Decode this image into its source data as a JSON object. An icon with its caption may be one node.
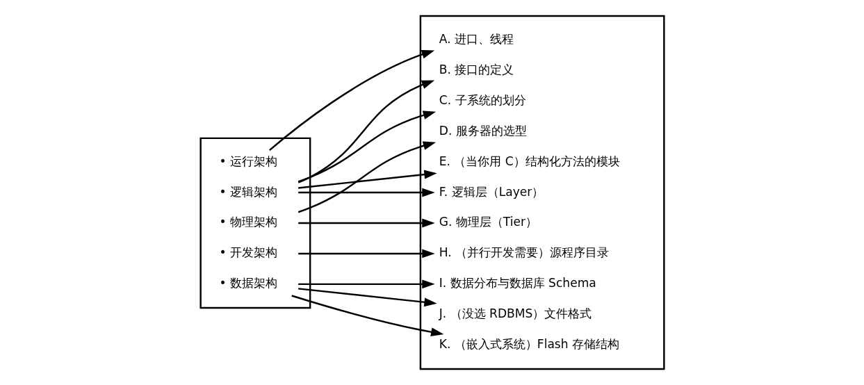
{
  "diagram": {
    "nodes": [
      {
        "text": [],
        "shape": "box"
      },
      {
        "text": [
          "• 运行架构"
        ],
        "in": 0
      },
      {
        "text": [
          "• 逻辑架构"
        ],
        "in": 0
      },
      {
        "text": [
          "• 物理架构"
        ],
        "in": 0
      },
      {
        "text": [
          "• 开发架构"
        ],
        "in": 0
      },
      {
        "text": [
          "• 数据架构"
        ],
        "in": 0
      },
      {
        "text": [],
        "shape": "box"
      },
      {
        "text": [
          "A. 进口、线程"
        ],
        "in": 6
      },
      {
        "text": [
          "B. 接口的定义"
        ],
        "in": 6
      },
      {
        "text": [
          "C. 子系统的划分"
        ],
        "in": 6
      },
      {
        "text": [
          "D. 服务器的选型"
        ],
        "in": 6
      },
      {
        "text": [
          "E. （当你用 C）结构化方法的模块"
        ],
        "in": 6
      },
      {
        "text": [
          "F. 逻辑层（Layer）"
        ],
        "in": 6
      },
      {
        "text": [
          "G. 物理层（Tier）"
        ],
        "in": 6
      },
      {
        "text": [
          "H. （并行开发需要）源程序目录"
        ],
        "in": 6
      },
      {
        "text": [
          "I. 数据分布与数据库 Schema"
        ],
        "in": 6
      },
      {
        "text": [
          "J. （没选 RDBMS）文件格式"
        ],
        "in": 6
      },
      {
        "text": [
          "K. （嵌入式系统）Flash 存储结构"
        ],
        "in": 6
      }
    ],
    "edges": [
      {
        "from": 1,
        "to": 7,
        "arrow": "to"
      },
      {
        "from": 2,
        "to": 8,
        "arrow": "to"
      },
      {
        "from": 2,
        "to": 9,
        "arrow": "to"
      },
      {
        "from": 3,
        "to": 10,
        "arrow": "to"
      },
      {
        "from": 2,
        "to": 11,
        "arrow": "to"
      },
      {
        "from": 2,
        "to": 12,
        "arrow": "to"
      },
      {
        "from": 3,
        "to": 13,
        "arrow": "to"
      },
      {
        "from": 4,
        "to": 14,
        "arrow": "to"
      },
      {
        "from": 5,
        "to": 15,
        "arrow": "to"
      },
      {
        "from": 5,
        "to": 16,
        "arrow": "to"
      },
      {
        "from": 5,
        "to": 17,
        "arrow": "to"
      }
    ]
  }
}
